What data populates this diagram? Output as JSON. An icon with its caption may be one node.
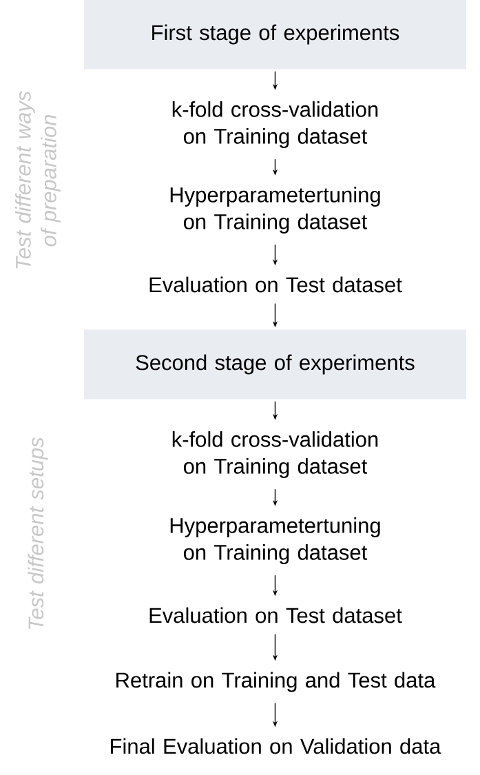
{
  "diagram": {
    "nodes": [
      {
        "text": [
          "First stage of experiments"
        ]
      },
      {
        "text": [
          "k-fold cross-validation on Training dataset"
        ]
      },
      {
        "text": [
          "Hyperparametertuning on Training dataset"
        ]
      },
      {
        "text": [
          "Evaluation on Test dataset"
        ]
      },
      {
        "text": [
          "Second stage of experiments"
        ]
      },
      {
        "text": [
          "k-fold cross-validation on Training dataset"
        ]
      },
      {
        "text": [
          "Hyperparametertuning on Training dataset"
        ]
      },
      {
        "text": [
          "Evaluation on Test dataset"
        ]
      },
      {
        "text": [
          "Retrain on Training and Test data"
        ]
      },
      {
        "text": [
          "Final Evaluation on Validation data"
        ]
      }
    ],
    "edges": [
      {
        "from": 0,
        "to": 1,
        "arrow": "to"
      },
      {
        "from": 1,
        "to": 2,
        "arrow": "to"
      },
      {
        "from": 2,
        "to": 3,
        "arrow": "to"
      },
      {
        "from": 3,
        "to": 4,
        "arrow": "to"
      },
      {
        "from": 4,
        "to": 5,
        "arrow": "to"
      },
      {
        "from": 5,
        "to": 6,
        "arrow": "to"
      },
      {
        "from": 6,
        "to": 7,
        "arrow": "to"
      },
      {
        "from": 7,
        "to": 8,
        "arrow": "to"
      },
      {
        "from": 8,
        "to": 9,
        "arrow": "to"
      }
    ],
    "labels": [
      "Test different ways of preparation",
      "Test different setups"
    ]
  }
}
